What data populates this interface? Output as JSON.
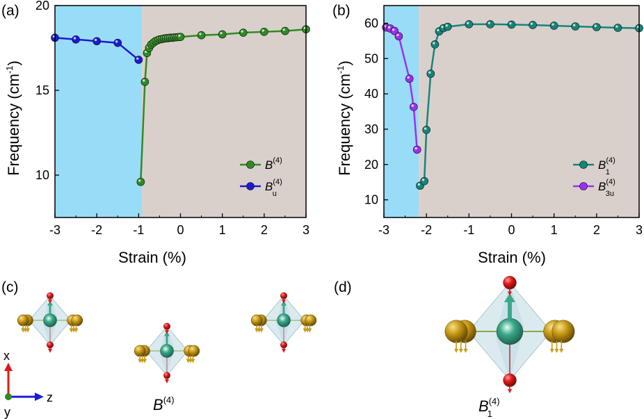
{
  "panel_labels": {
    "a": "(a)",
    "b": "(b)",
    "c": "(c)",
    "d": "(d)"
  },
  "colors": {
    "region_left": "#99dcf7",
    "region_right": "#d9d0cb",
    "green": "#2e8b22",
    "blue": "#1a1ad9",
    "teal": "#14857a",
    "purple": "#9b30f0",
    "oxygen": "#e01818",
    "metal": "#c89a16",
    "center_atom": "#3aa88a",
    "octahedron": "#cfe3ea"
  },
  "chart_data": [
    {
      "type": "line",
      "panel": "(a)",
      "xlabel": "Strain (%)",
      "ylabel_main": "Frequency (cm",
      "ylabel_sup": "-1",
      "ylabel_close": ")",
      "xlim": [
        -3,
        3
      ],
      "ylim": [
        7.5,
        20
      ],
      "xticks": [
        -3,
        -2,
        -1,
        0,
        1,
        2,
        3
      ],
      "yticks": [
        10,
        15,
        20
      ],
      "shaded_boundary_x": -0.92,
      "legend_position": "lower-right",
      "series": [
        {
          "name": "B",
          "name_sup": "(4)",
          "name_sub": "",
          "color_key": "green",
          "x": [
            -0.95,
            -0.85,
            -0.8,
            -0.75,
            -0.7,
            -0.65,
            -0.6,
            -0.55,
            -0.5,
            -0.45,
            -0.4,
            -0.35,
            -0.3,
            -0.25,
            -0.2,
            -0.15,
            -0.1,
            -0.05,
            0,
            0.5,
            1,
            1.5,
            2,
            2.5,
            3
          ],
          "y": [
            9.6,
            15.5,
            17.2,
            17.5,
            17.7,
            17.8,
            17.9,
            17.95,
            18.0,
            18.02,
            18.05,
            18.07,
            18.08,
            18.1,
            18.1,
            18.12,
            18.13,
            18.14,
            18.15,
            18.25,
            18.3,
            18.4,
            18.45,
            18.5,
            18.6
          ]
        },
        {
          "name": "B",
          "name_sup": "(4)",
          "name_sub": "u",
          "color_key": "blue",
          "x": [
            -3,
            -2.5,
            -2,
            -1.5,
            -1
          ],
          "y": [
            18.1,
            18.0,
            17.9,
            17.8,
            16.8
          ]
        }
      ]
    },
    {
      "type": "line",
      "panel": "(b)",
      "xlabel": "Strain (%)",
      "ylabel_main": "Frequency (cm",
      "ylabel_sup": "-1",
      "ylabel_close": ")",
      "xlim": [
        -3,
        3
      ],
      "ylim": [
        5,
        65
      ],
      "xticks": [
        -3,
        -2,
        -1,
        0,
        1,
        2,
        3
      ],
      "yticks": [
        10,
        20,
        30,
        40,
        50,
        60
      ],
      "shaded_boundary_x": -2.18,
      "legend_position": "lower-right",
      "series": [
        {
          "name": "B",
          "name_sup": "(4)",
          "name_sub": "1",
          "color_key": "teal",
          "x": [
            -2.15,
            -2.05,
            -2.0,
            -1.9,
            -1.8,
            -1.7,
            -1.6,
            -1.5,
            -1,
            -0.5,
            0,
            0.5,
            1,
            1.5,
            2,
            2.5,
            3
          ],
          "y": [
            14.0,
            15.3,
            29.8,
            45.7,
            54.0,
            57.7,
            58.6,
            59.0,
            59.7,
            59.7,
            59.6,
            59.5,
            59.3,
            59.1,
            58.9,
            58.7,
            58.6
          ]
        },
        {
          "name": "B",
          "name_sup": "(4)",
          "name_sub": "3u",
          "color_key": "purple",
          "x": [
            -2.95,
            -2.85,
            -2.75,
            -2.65,
            -2.4,
            -2.3,
            -2.22
          ],
          "y": [
            58.8,
            58.5,
            57.8,
            56.3,
            44.3,
            36.3,
            24.2
          ]
        }
      ]
    }
  ],
  "structures": {
    "axis_x_label": "x",
    "axis_y_label": "y",
    "axis_z_label": "z",
    "caption_c": {
      "main": "B",
      "sup": "(4)"
    },
    "caption_d": {
      "main": "B",
      "sup": "(4)",
      "sub": "1"
    }
  }
}
